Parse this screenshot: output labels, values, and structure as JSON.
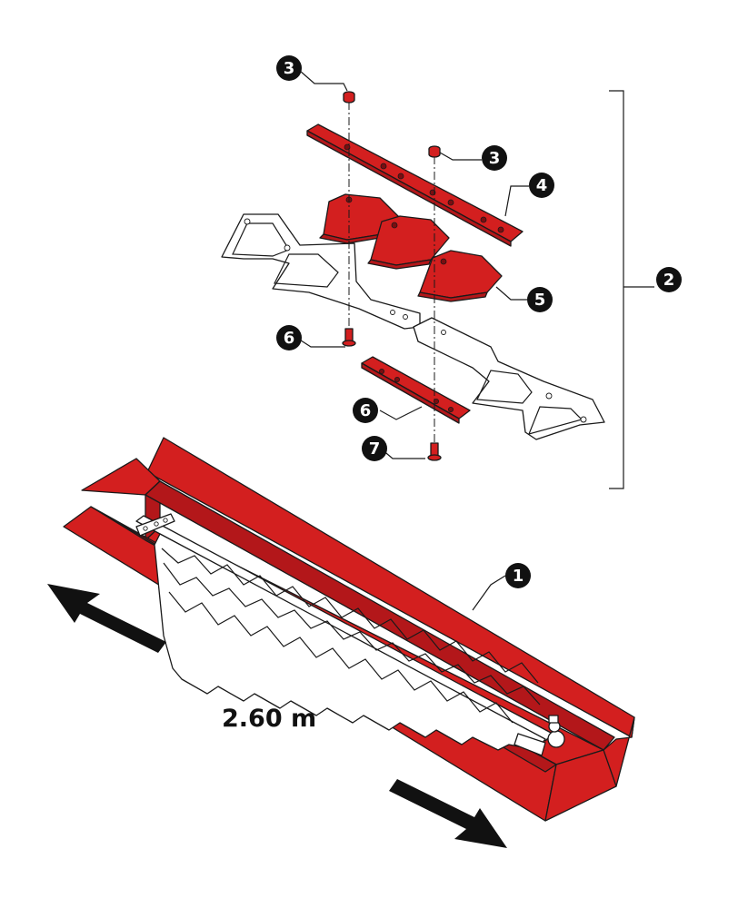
{
  "callouts": {
    "c1": "1",
    "c2": "2",
    "c3a": "3",
    "c3b": "3",
    "c4": "4",
    "c5": "5",
    "c6a": "6",
    "c6b": "6",
    "c7": "7"
  },
  "dimension": "2.60 m",
  "colors": {
    "part_red": "#d31f1f",
    "outline": "#1a1a1a",
    "callout_fill": "#111111"
  }
}
